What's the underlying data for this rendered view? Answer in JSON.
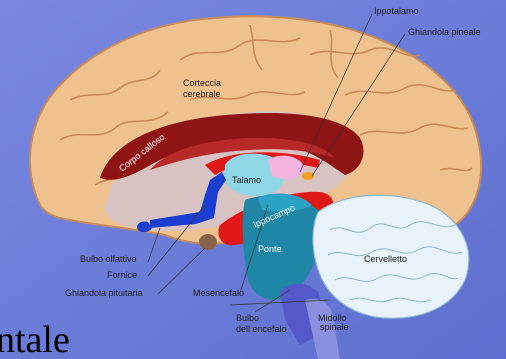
{
  "labels": {
    "ipotalamo": "Ippotalamo",
    "ghiandola_pineale": "Ghiandola pineale",
    "corteccia_1": "Corteccia",
    "corteccia_2": "cerebrale",
    "corpo_calloso": "Corpo calloso",
    "talamo": "Talamo",
    "ippocampo": "Ippocampo",
    "cervelletto": "Cervelletto",
    "ponte": "Ponte",
    "bulbo_olfattivo": "Bulbo olfattivo",
    "fornice": "Fornice",
    "ghiandola_pituitaria": "Ghiandola pituitaria",
    "mesencefalo": "Mesencefalo",
    "bulbo_encefalo_1": "Bulbo",
    "bulbo_encefalo_2": "dell encefalo",
    "midollo_1": "Midollo",
    "midollo_2": "spinale"
  },
  "overlay_text": "ntale",
  "colors": {
    "background": "#6f7fd8",
    "cortex": "#efc18f",
    "cortex_stroke": "#c98b57",
    "corpus_callosum": "#8f1515",
    "fornix_red": "#e01818",
    "thalamus": "#8fd6e6",
    "brainstem": "#1f86a6",
    "cerebellum": "#e7f2fa",
    "blue_tract": "#1a3fd0",
    "spinal": "#8b8fe0"
  }
}
